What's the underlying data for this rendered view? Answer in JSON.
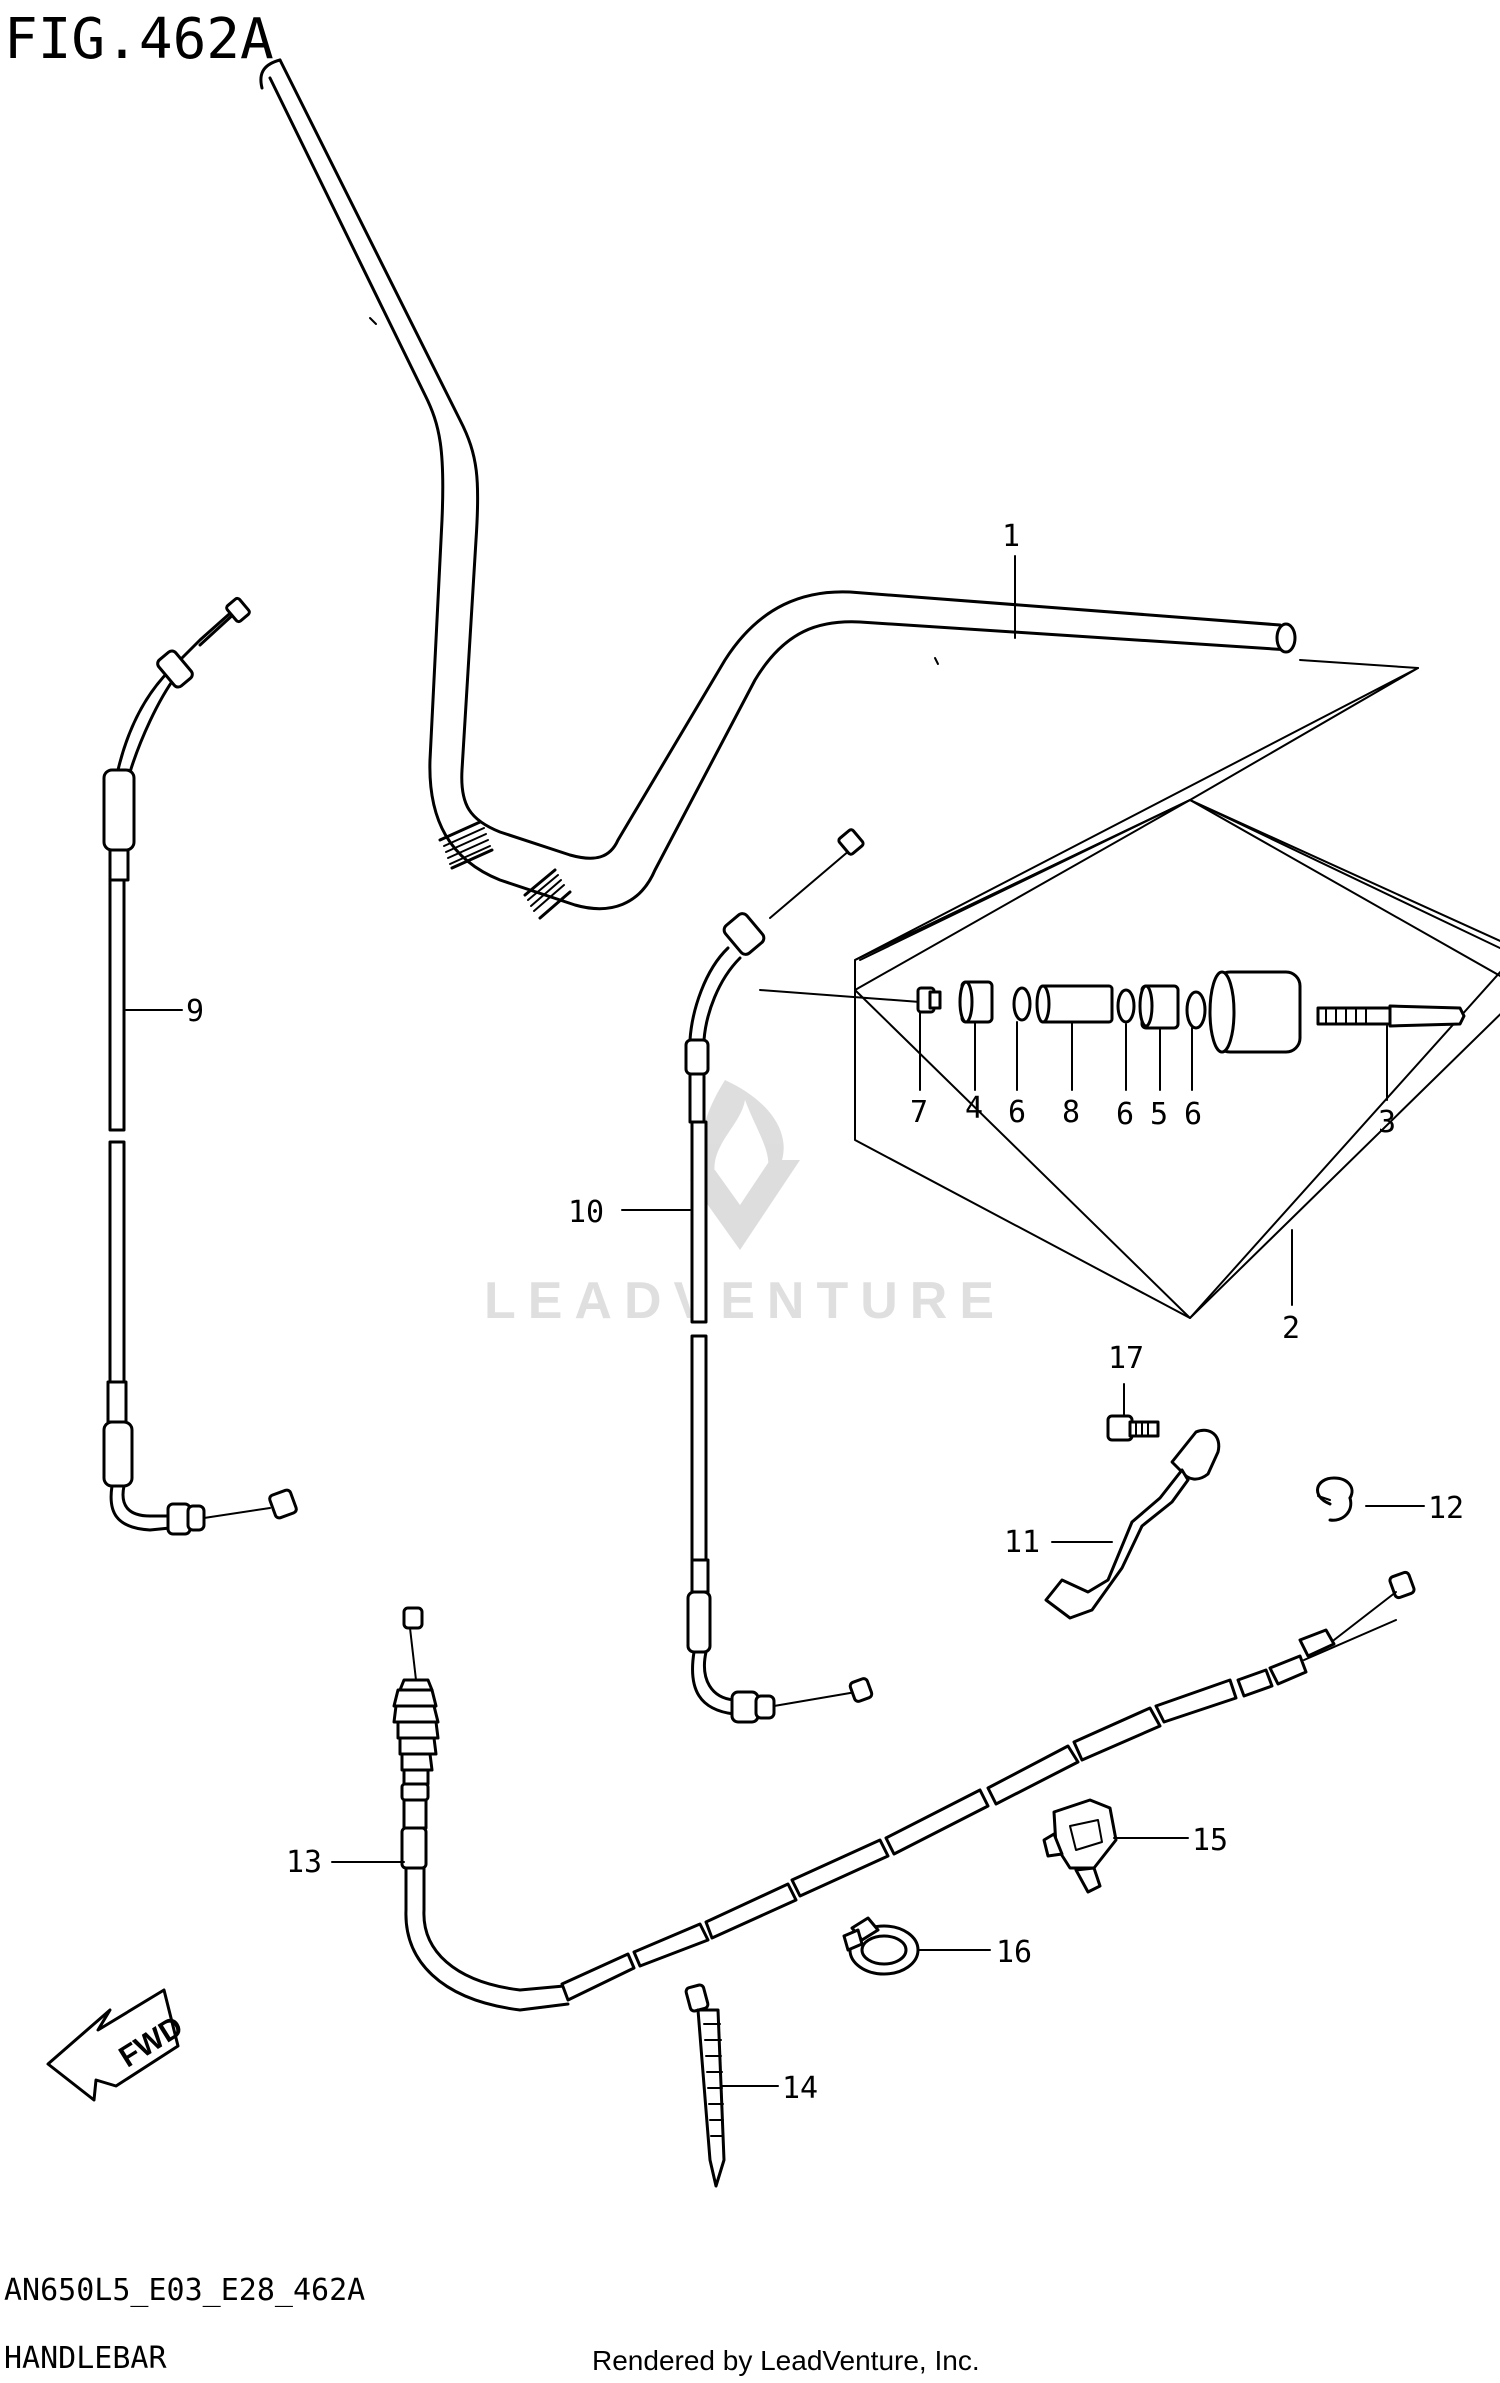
{
  "header": {
    "figure_label": "FIG.462A"
  },
  "footer": {
    "code": "AN650L5_E03_E28_462A",
    "section": "HANDLEBAR",
    "credit": "Rendered by LeadVenture, Inc."
  },
  "watermark": "LEADVENTURE",
  "fwd_label": "FWD",
  "callouts": [
    "1",
    "2",
    "3",
    "4",
    "5",
    "6",
    "6",
    "6",
    "7",
    "8",
    "9",
    "10",
    "11",
    "12",
    "13",
    "14",
    "15",
    "16",
    "17"
  ]
}
